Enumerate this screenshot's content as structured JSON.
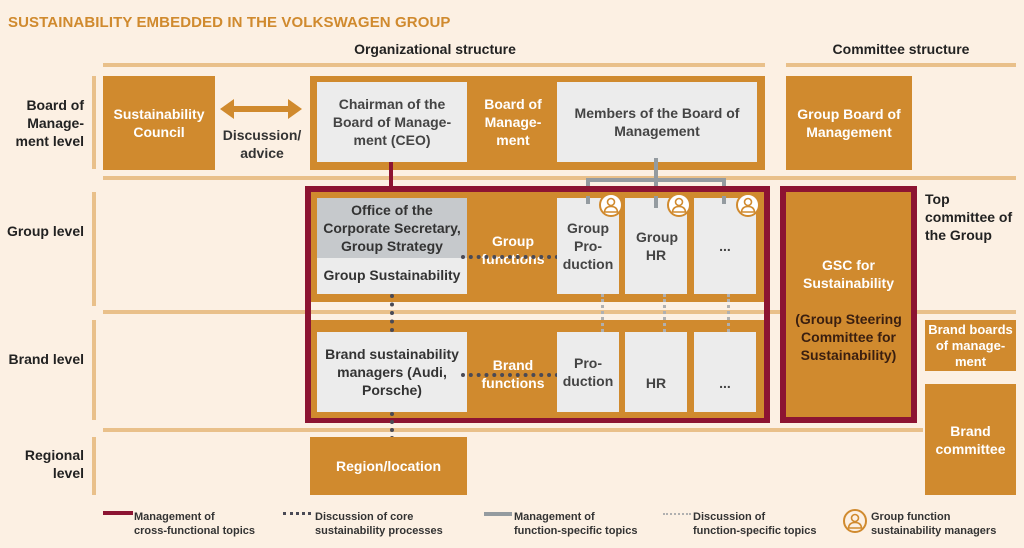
{
  "title": "SUSTAINABILITY EMBEDDED IN THE VOLKSWAGEN GROUP",
  "headers": {
    "organizational": "Organizational structure",
    "committee": "Committee structure"
  },
  "levels": {
    "board": "Board of Manage- ment level",
    "group": "Group level",
    "brand": "Brand level",
    "regional": "Regional level"
  },
  "board_row": {
    "sustainability_council": "Sustainability Council",
    "discussion_advice": "Discussion/ advice",
    "chairman": "Chairman of the Board of Manage- ment (CEO)",
    "board_of_management": "Board of Manage- ment",
    "members": "Members of the Board of Management",
    "group_board": "Group Board of Management"
  },
  "group_row": {
    "office": "Office of the Corporate Secretary, Group Strategy",
    "group_sustainability": "Group Sustainability",
    "group_functions": "Group functions",
    "functions": [
      "Group Pro- duction",
      "Group HR",
      "..."
    ]
  },
  "brand_row": {
    "brand_managers": "Brand sustainability managers (Audi, Porsche)",
    "brand_functions": "Brand functions",
    "functions": [
      "Pro- duction",
      "HR",
      "..."
    ]
  },
  "regional_row": {
    "region": "Region/location"
  },
  "committee": {
    "top_committee": "Top committee of the Group",
    "gsc": "GSC for Sustainability",
    "gsc_full": "(Group Steering Committee for Sustainability)",
    "brand_boards": "Brand boards of manage- ment",
    "brand_committee": "Brand committee"
  },
  "legend": [
    {
      "type": "solid-red",
      "label_1": "Management of",
      "label_2": "cross-functional topics"
    },
    {
      "type": "dotted-dark",
      "label_1": "Discussion of core",
      "label_2": "sustainability processes"
    },
    {
      "type": "solid-gray",
      "label_1": "Management of",
      "label_2": "function-specific topics"
    },
    {
      "type": "dotted-light",
      "label_1": "Discussion of",
      "label_2": "function-specific topics"
    },
    {
      "type": "person-icon",
      "label_1": "Group function",
      "label_2": "sustainability managers"
    }
  ],
  "colors": {
    "background": "#fcf0e3",
    "orange": "#d08a2e",
    "light_orange_line": "#e9c08a",
    "dark_red": "#8c1432",
    "gray_box": "#ececec",
    "gray_line": "#949ba0",
    "office_box": "#c6c9cc"
  }
}
